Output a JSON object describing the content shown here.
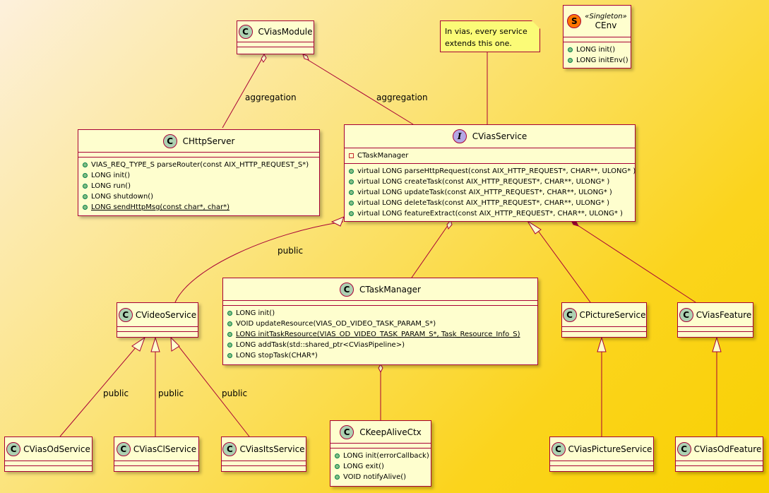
{
  "classes": {
    "module": {
      "name": "CViasModule"
    },
    "httpServer": {
      "name": "CHttpServer",
      "methods": [
        "VIAS_REQ_TYPE_S parseRouter(const AIX_HTTP_REQUEST_S*)",
        "LONG init()",
        "LONG run()",
        "LONG shutdown()",
        "LONG sendHttpMsg(const char*, char*)"
      ]
    },
    "service": {
      "name": "CViasService",
      "icon": "I",
      "fields": [
        "CTaskManager"
      ],
      "methods": [
        "virtual LONG parseHttpRequest(const AIX_HTTP_REQUEST*, CHAR**, ULONG* )",
        "virtual LONG createTask(const AIX_HTTP_REQUEST*, CHAR**, ULONG* )",
        "virtual LONG updateTask(const AIX_HTTP_REQUEST*, CHAR**, ULONG* )",
        "virtual LONG deleteTask(const AIX_HTTP_REQUEST*, CHAR**, ULONG* )",
        "virtual LONG featureExtract(const AIX_HTTP_REQUEST*, CHAR**, ULONG* )"
      ]
    },
    "env": {
      "name": "CEnv",
      "icon": "S",
      "stereotype": "«Singleton»",
      "methods": [
        "LONG init()",
        "LONG initEnv()"
      ]
    },
    "taskManager": {
      "name": "CTaskManager",
      "methods": [
        "LONG init()",
        "VOID updateResource(VIAS_OD_VIDEO_TASK_PARAM_S*)",
        "LONG initTaskResource(VIAS_OD_VIDEO_TASK_PARAM_S*, Task_Resource_Info_S)",
        "LONG addTask(std::shared_ptr<CViasPipeline>)",
        "LONG stopTask(CHAR*)"
      ]
    },
    "videoService": {
      "name": "CVideoService"
    },
    "pictureService": {
      "name": "CPictureService"
    },
    "viasFeature": {
      "name": "CViasFeature"
    },
    "odService": {
      "name": "CViasOdService"
    },
    "clService": {
      "name": "CViasClService"
    },
    "itsService": {
      "name": "CViasItsService"
    },
    "keepAlive": {
      "name": "CKeepAliveCtx",
      "methods": [
        "LONG init(errorCallback)",
        "LONG exit()",
        "VOID notifyAlive()"
      ]
    },
    "pictureSvc2": {
      "name": "CViasPictureService"
    },
    "odFeature": {
      "name": "CViasOdFeature"
    }
  },
  "note": {
    "lines": [
      "In vias, every service",
      "extends this one."
    ]
  },
  "labels": {
    "aggregation1": "aggregation",
    "aggregation2": "aggregation",
    "public1": "public",
    "public2": "public",
    "public3": "public",
    "public4": "public"
  },
  "colors": {
    "border": "#a80036",
    "classFill": "#fefece",
    "noteFill": "#fbfb77",
    "classIcon": "#add1b2",
    "interfaceIcon": "#b4a7e5",
    "singletonIcon": "#ff7700"
  }
}
